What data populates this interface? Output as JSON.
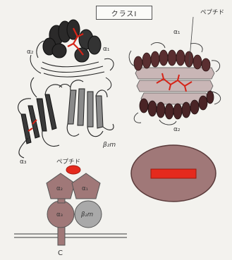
{
  "title": "クラスI",
  "structure_left": {
    "alpha2_label": "α₂",
    "alpha1_label": "α₁",
    "alpha3_label": "α₃",
    "b2m_label": "β₂m"
  },
  "structure_right": {
    "alpha1_label": "α₁",
    "alpha2_label": "α₂",
    "peptide_label": "ペプチド"
  },
  "schematic": {
    "peptide_label": "ペプチド",
    "alpha2_label": "α₂",
    "alpha1_label": "α₁",
    "alpha3_label": "α₃",
    "b2m_label": "β₂m",
    "c_terminus_label": "C",
    "domain_color": "#a07878",
    "b2m_color": "#a9a9a9",
    "peptide_color": "#e52a1d"
  },
  "groove_topview": {
    "groove_color": "#a07878",
    "peptide_color": "#e52a1d"
  }
}
